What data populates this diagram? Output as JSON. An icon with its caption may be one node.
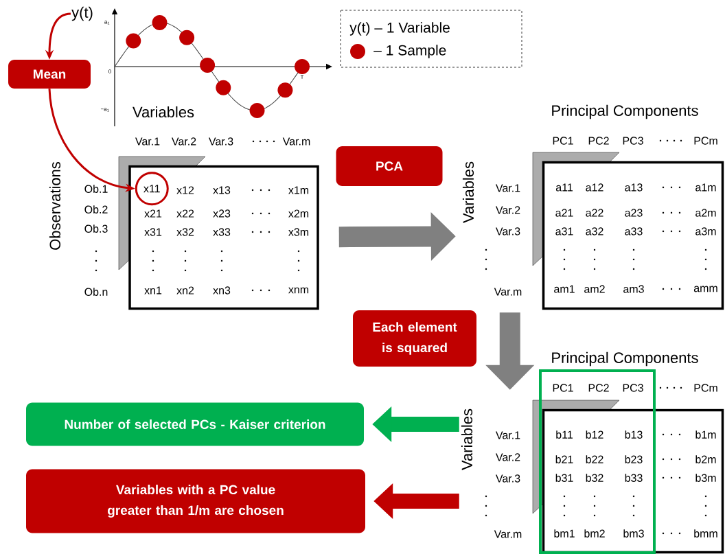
{
  "diagram": {
    "nodes": [
      {
        "text": [
          "y(t)"
        ]
      },
      {
        "text": [
          "Mean"
        ]
      },
      {
        "text": [
          "PCA"
        ]
      },
      {
        "text": [],
        "shape": "box",
        "beside": [
          "Observations"
        ]
      },
      {
        "text": [
          "x11"
        ],
        "in": 3
      },
      {
        "text": [],
        "shape": "box",
        "beside": [
          "Variables"
        ]
      },
      {
        "text": [
          "Each element is squared"
        ]
      },
      {
        "text": [],
        "shape": "box",
        "beside": [
          "Variables"
        ]
      },
      {
        "text": [
          "Number of selected PCs - Kaiser criterion"
        ]
      },
      {
        "text": [
          "Variables with a PC value greater than 1/m are chosen"
        ]
      }
    ],
    "edges": [
      {
        "from": 0,
        "to": 1,
        "arrow": "to",
        "color": "#c00000"
      },
      {
        "from": 1,
        "to": 4,
        "arrow": "to",
        "color": "#c00000"
      },
      {
        "from": 3,
        "to": 5,
        "arrow": "to",
        "color": "#808080"
      },
      {
        "from": 5,
        "to": 7,
        "arrow": "to",
        "color": "#808080"
      },
      {
        "from": 7,
        "to": 8,
        "arrow": "to",
        "color": "#00b050"
      },
      {
        "from": 7,
        "to": 9,
        "arrow": "to",
        "color": "#c00000"
      }
    ],
    "labels": [
      "a$_{1}$",
      "0",
      "−a$_{1}$",
      "T",
      "Variables",
      "Var.1",
      "Var.2",
      "Var.3",
      "Var.m",
      "Ob.1",
      "Ob.2",
      "Ob.3",
      "Ob.n",
      "x12",
      "x13",
      "x1m",
      "x21",
      "x22",
      "x23",
      "x2m",
      "x31",
      "x32",
      "x33",
      "x3m",
      "xn1",
      "xn2",
      "xn3",
      "xnm",
      "Principal Components",
      "PC1",
      "PC2",
      "PC3",
      "PCm",
      "Var.1",
      "Var.2",
      "Var.3",
      "Var.m",
      "a11",
      "a12",
      "a13",
      "a1m",
      "a21",
      "a22",
      "a23",
      "a2m",
      "a31",
      "a32",
      "a33",
      "a3m",
      "am1",
      "am2",
      "am3",
      "amm",
      "Principal Components",
      "PC1",
      "PC2",
      "PC3",
      "PCm",
      "Var.1",
      "Var.2",
      "Var.3",
      "Var.m",
      "b11",
      "b12",
      "b13",
      "b1m",
      "b21",
      "b22",
      "b23",
      "b2m",
      "b31",
      "b32",
      "b33",
      "b3m",
      "bm1",
      "bm2",
      "bm3",
      "bmm"
    ],
    "legend": [
      {
        "text": "y(t) – 1 Variable"
      },
      {
        "text": "– 1 Sample",
        "color": "#c00000"
      }
    ]
  }
}
